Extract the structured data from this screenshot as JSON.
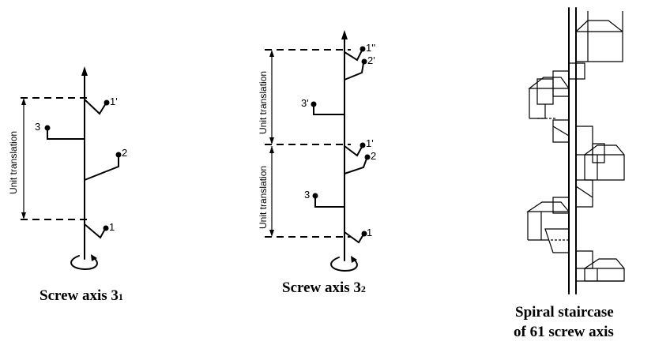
{
  "left_diagram": {
    "caption": "Screw axis 3",
    "caption_sub": "1",
    "unit_label": "Unit translation",
    "points": [
      "1",
      "2",
      "3",
      "1'"
    ]
  },
  "middle_diagram": {
    "caption": "Screw axis 3",
    "caption_sub": "2",
    "unit_label_top": "Unit translation",
    "unit_label_bottom": "Unit translation",
    "points": [
      "1",
      "2",
      "3",
      "1'",
      "2'",
      "3'",
      "1''"
    ]
  },
  "right_diagram": {
    "caption_line1": "Spiral staircase",
    "caption_line2": "of 61 screw axis"
  }
}
